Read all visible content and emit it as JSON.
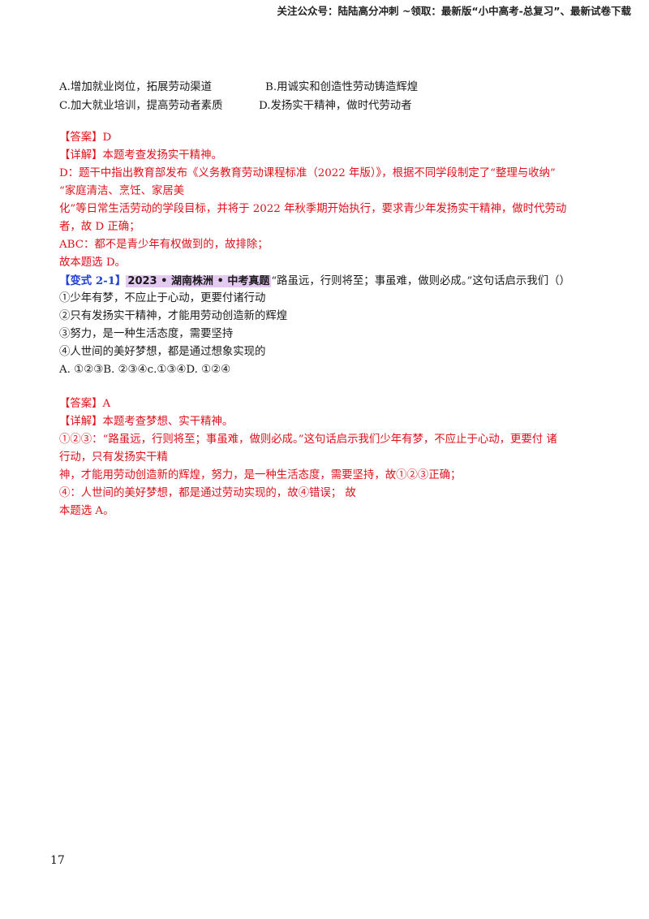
{
  "header": {
    "text": "关注公众号：陆陆高分冲刺  ~领取：最新版“小中高考-总复习”、最新试卷下载"
  },
  "q1": {
    "options": {
      "A": "A.增加就业岗位，拓展劳动渠道",
      "B": "B.用诚实和创造性劳动铸造辉煌",
      "C": "C.加大就业培训，提高劳动者素质",
      "D": "D.发扬实干精神，做时代劳动者"
    },
    "answer": "【答案】D",
    "explanation": {
      "title": "【详解】本题考查发扬实干精神。",
      "line1": "D：题干中指出教育部发布《义务教育劳动课程标准（2022 年版）》，根据不同学段制定了“整理与收纳”",
      "line2": "“家庭清洁、烹饪、家居美",
      "line3": "化”等日常生活劳动的学段目标，并将于 2022 年秋季期开始执行，要求青少年发扬实干精神，做时代劳动",
      "line4": "者，故 D 正确；",
      "line5": "ABC：都不是青少年有权做到的，故排除；",
      "line6": "故本题选 D。"
    }
  },
  "q2": {
    "tag": "【变式 2-1】",
    "source": "2023 • 湖南株洲 • 中考真题",
    "stem": "“路虽远，行则将至；事虽难，做则必成。”这句话启示我们（）",
    "items": [
      "①少年有梦，不应止于心动，更要付诸行动",
      "②只有发扬实干精神，才能用劳动创造新的辉煌",
      "③努力，是一种生活态度，需要坚持",
      "④人世间的美好梦想，都是通过想象实现的"
    ],
    "choices": "A. ①②③B. ②③④c.①③④D. ①②④",
    "answer": "【答案】A",
    "explanation": {
      "title": "【详解】本题考查梦想、实干精神。",
      "line1": "①②③：“路虽远，行则将至；事虽难，做则必成。”这句话启示我们少年有梦，不应止于心动，更要付    诸",
      "line2": "行动，只有发扬实干精",
      "line3": "神，才能用劳动创造新的辉煌，努力，是一种生活态度，需要坚持，故①②③正确；",
      "line4": "④：人世间的美好梦想，都是通过劳动实现的，故④错误；  故",
      "line5": "本题选 A。"
    }
  },
  "page_number": "17"
}
